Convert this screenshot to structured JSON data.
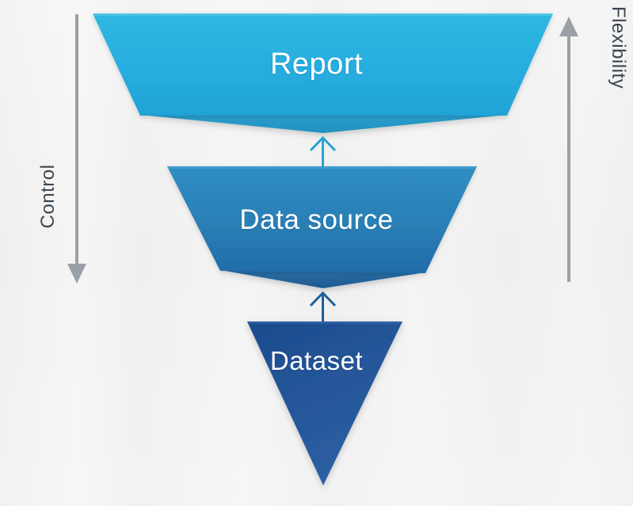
{
  "diagram": {
    "type": "inverted-funnel",
    "title": "",
    "background_color": "#f1f1f1",
    "stages": [
      {
        "id": "report",
        "label": "Report",
        "level": 1,
        "shape": "trapezoid",
        "fill_top": "#2cb3dd",
        "fill_bottom": "#23a7d4",
        "lip_color": "#2397c4",
        "text_color": "#ffffff"
      },
      {
        "id": "data-source",
        "label": "Data source",
        "level": 2,
        "shape": "trapezoid",
        "fill_top": "#2b86bd",
        "fill_bottom": "#1f6fad",
        "lip_color": "#1e5f99",
        "text_color": "#ffffff"
      },
      {
        "id": "dataset",
        "label": "Dataset",
        "level": 3,
        "shape": "triangle",
        "fill_top": "#1c4f8f",
        "fill_bottom": "#2a5ea0",
        "lip_color": "#18447c",
        "text_color": "#ffffff"
      }
    ],
    "flow_arrows": [
      {
        "id": "dataset-to-data-source",
        "from": "dataset",
        "to": "data-source",
        "direction": "up",
        "color": "#1e5f99"
      },
      {
        "id": "data-source-to-report",
        "from": "data-source",
        "to": "report",
        "direction": "up",
        "color": "#2aa3cf"
      }
    ],
    "axes": [
      {
        "id": "control",
        "label": "Control",
        "side": "left",
        "direction": "down",
        "meaning": "Control increases downward",
        "color": "#9aa0a6"
      },
      {
        "id": "flexibility",
        "label": "Flexibility",
        "side": "right",
        "direction": "up",
        "meaning": "Flexibility increases upward",
        "color": "#9aa0a6"
      }
    ]
  }
}
